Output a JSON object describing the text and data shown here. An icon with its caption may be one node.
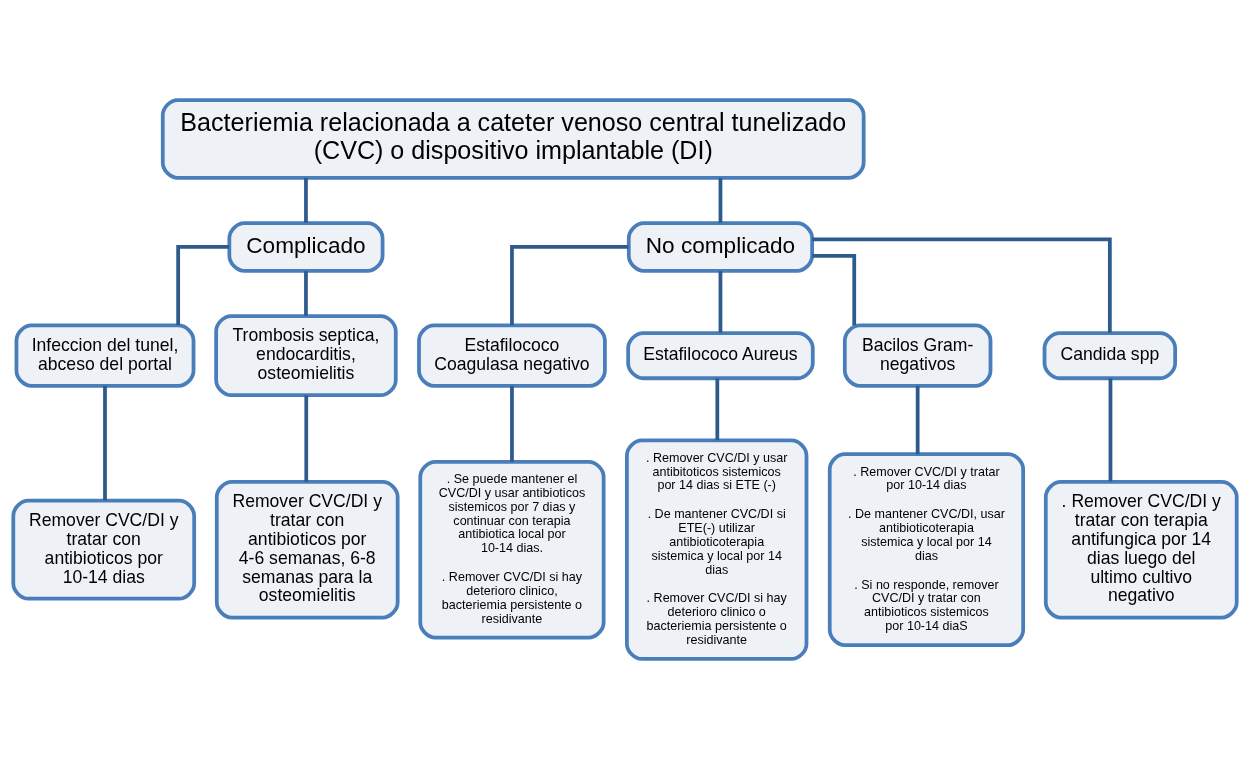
{
  "diagram": {
    "nodes": [
      {
        "text": [
          "Bacteriemia relacionada a cateter venoso central tunelizado (CVC) o dispositivo implantable (DI)"
        ]
      },
      {
        "text": [
          "Complicado"
        ]
      },
      {
        "text": [
          "No complicado"
        ]
      },
      {
        "text": [
          "Infeccion del tunel, abceso del portal"
        ]
      },
      {
        "text": [
          "Trombosis septica, endocarditis, osteomielitis"
        ]
      },
      {
        "text": [
          "Estafilococo Coagulasa negativo"
        ]
      },
      {
        "text": [
          "Estafilococo Aureus"
        ]
      },
      {
        "text": [
          "Bacilos Gram-negativos"
        ]
      },
      {
        "text": [
          "Candida spp"
        ]
      },
      {
        "text": [
          "Remover CVC/DI y tratar con antibioticos por 10-14 dias"
        ]
      },
      {
        "text": [
          "Remover CVC/DI y tratar con antibioticos por 4-6 semanas, 6-8 semanas para la osteomielitis"
        ]
      },
      {
        "text": [
          ". Se puede mantener el CVC/DI y usar antibioticos sistemicos por 7 dias y continuar con terapia antibiotica local por 10-14 dias.",
          ". Remover CVC/DI si hay deterioro clinico, bacteriemia persistente o residivante"
        ]
      },
      {
        "text": [
          ". Remover CVC/DI y usar antibitoticos sistemicos por 14 dias si ETE (-)",
          ". De mantener CVC/DI si ETE(-) utilizar antibioticoterapia sistemica y local por 14 dias",
          ". Remover CVC/DI si hay deterioro clinico o bacteriemia persistente o residivante"
        ]
      },
      {
        "text": [
          ". Remover CVC/DI y tratar por 10-14 dias",
          ". De mantener CVC/DI, usar antibioticoterapia sistemica y local por 14 dias",
          ". Si no responde, remover CVC/DI y tratar con antibioticos sistemicos por 10-14 diaS"
        ]
      },
      {
        "text": [
          ". Remover CVC/DI y tratar con terapia antifungica por 14 dias luego del ultimo cultivo negativo"
        ]
      }
    ],
    "edges": [
      {
        "from": 0,
        "to": 1,
        "arrow": "none"
      },
      {
        "from": 0,
        "to": 2,
        "arrow": "none"
      },
      {
        "from": 1,
        "to": 3,
        "arrow": "none"
      },
      {
        "from": 1,
        "to": 4,
        "arrow": "none"
      },
      {
        "from": 2,
        "to": 5,
        "arrow": "none"
      },
      {
        "from": 2,
        "to": 6,
        "arrow": "none"
      },
      {
        "from": 2,
        "to": 7,
        "arrow": "none"
      },
      {
        "from": 2,
        "to": 8,
        "arrow": "none"
      },
      {
        "from": 3,
        "to": 9,
        "arrow": "none"
      },
      {
        "from": 4,
        "to": 10,
        "arrow": "none"
      },
      {
        "from": 5,
        "to": 11,
        "arrow": "none"
      },
      {
        "from": 6,
        "to": 12,
        "arrow": "none"
      },
      {
        "from": 7,
        "to": 13,
        "arrow": "none"
      },
      {
        "from": 8,
        "to": 14,
        "arrow": "none"
      }
    ]
  }
}
